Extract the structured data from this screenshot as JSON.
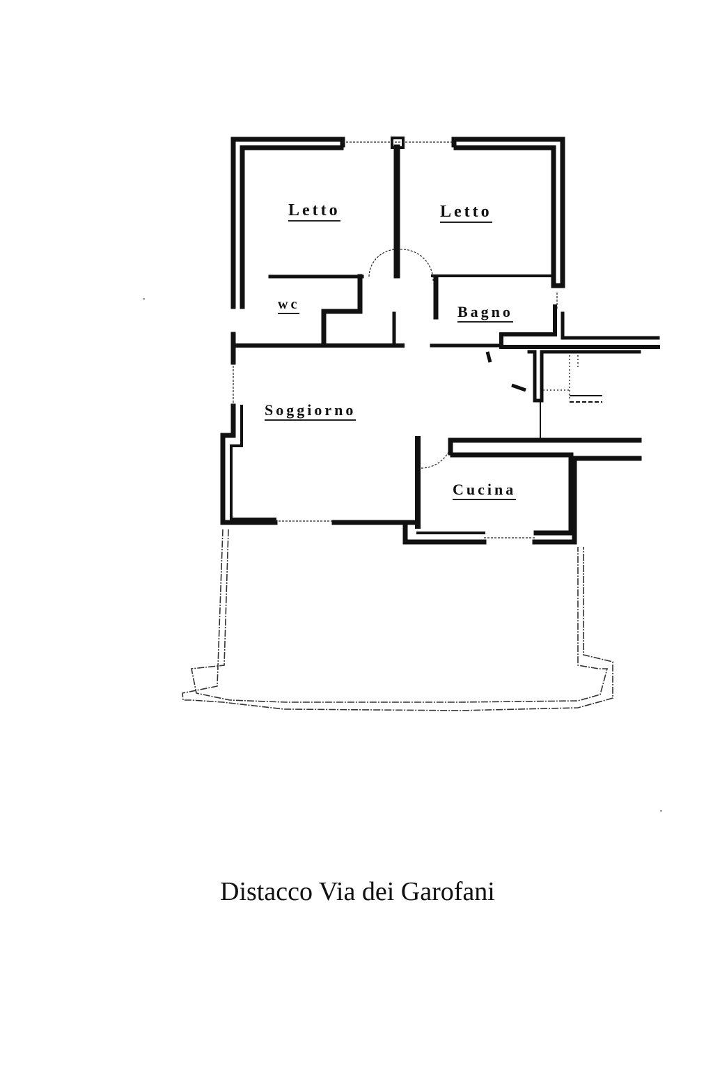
{
  "plan": {
    "rooms": [
      {
        "id": "letto-1",
        "label": "Letto"
      },
      {
        "id": "letto-2",
        "label": "Letto"
      },
      {
        "id": "wc",
        "label": "wc"
      },
      {
        "id": "bagno",
        "label": "Bagno"
      },
      {
        "id": "soggiorno",
        "label": "Soggiorno"
      },
      {
        "id": "cucina",
        "label": "Cucina"
      }
    ],
    "caption": "Distacco Via dei Garofani"
  },
  "colors": {
    "wall": "#111111",
    "background": "#ffffff",
    "dashed": "#333333"
  }
}
